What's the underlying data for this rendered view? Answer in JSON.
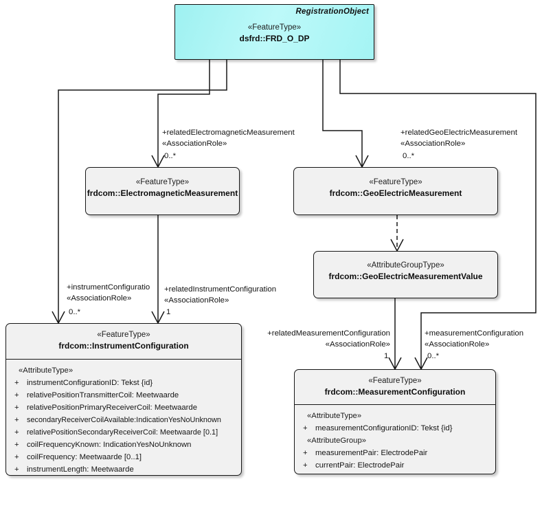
{
  "diagram": {
    "title": "UML class diagram",
    "colors": {
      "root_fill": "#aaf5f5",
      "class_fill": "#f1f1f1",
      "line": "#161616",
      "text": "#141414"
    }
  },
  "classes": {
    "root": {
      "tag": "RegistrationObject",
      "stereotype": "«FeatureType»",
      "name": "dsfrd::FRD_O_DP"
    },
    "electromagnetic_measurement": {
      "stereotype": "«FeatureType»",
      "name": "frdcom::ElectromagneticMeasurement"
    },
    "geoelectric_measurement": {
      "stereotype": "«FeatureType»",
      "name": "frdcom::GeoElectricMeasurement"
    },
    "geoelectric_measurement_value": {
      "stereotype": "«AttributeGroupType»",
      "name": "frdcom::GeoElectricMeasurementValue"
    },
    "instrument_configuration": {
      "stereotype": "«FeatureType»",
      "name": "frdcom::InstrumentConfiguration",
      "sections": [
        {
          "label": "«AttributeType»",
          "attributes": [
            {
              "visibility": "+",
              "text": "instrumentConfigurationID: Tekst {id}"
            },
            {
              "visibility": "+",
              "text": "relativePositionTransmitterCoil: Meetwaarde"
            },
            {
              "visibility": "+",
              "text": "relativePositionPrimaryReceiverCoil: Meetwaarde"
            },
            {
              "visibility": "+",
              "text": "secondaryReceiverCoilAvailable:IndicationYesNoUnknown"
            },
            {
              "visibility": "+",
              "text": "relativePositionSecondaryReceiverCoil: Meetwaarde [0.1]"
            },
            {
              "visibility": "+",
              "text": "coilFrequencyKnown: IndicationYesNoUnknown"
            },
            {
              "visibility": "+",
              "text": "coilFrequency: Meetwaarde [0..1]"
            },
            {
              "visibility": "+",
              "text": "instrumentLength: Meetwaarde"
            }
          ]
        }
      ]
    },
    "measurement_configuration": {
      "stereotype": "«FeatureType»",
      "name": "frdcom::MeasurementConfiguration",
      "sections": [
        {
          "label": "«AttributeType»",
          "attributes": [
            {
              "visibility": "+",
              "text": "measurementConfigurationID: Tekst {id}"
            }
          ]
        },
        {
          "label": "«AttributeGroup»",
          "attributes": [
            {
              "visibility": "+",
              "text": "measurementPair: ElectrodePair"
            },
            {
              "visibility": "+",
              "text": "currentPair: ElectrodePair"
            }
          ]
        }
      ]
    }
  },
  "associations": [
    {
      "id": "assoc-related-electromagnetic-measurement",
      "role": "+relatedElectromagneticMeasurement",
      "stereotype": "«AssociationRole»",
      "multiplicity": "0..*"
    },
    {
      "id": "assoc-related-geoelectric-measurement",
      "role": "+relatedGeoElectricMeasurement",
      "stereotype": "«AssociationRole»",
      "multiplicity": "0..*"
    },
    {
      "id": "assoc-instrument-configuration",
      "role": "+instrumentConfiguratio",
      "stereotype": "«AssociationRole»",
      "multiplicity": "0..*"
    },
    {
      "id": "assoc-related-instrument-configuration",
      "role": "+relatedInstrumentConfiguration",
      "stereotype": "«AssociationRole»",
      "multiplicity": "1"
    },
    {
      "id": "assoc-related-measurement-configuration",
      "role": "+relatedMeasurementConfiguration",
      "stereotype": "«AssociationRole»",
      "multiplicity": "1"
    },
    {
      "id": "assoc-measurement-configuration",
      "role": "+measurementConfiguration",
      "stereotype": "«AssociationRole»",
      "multiplicity": "0..*"
    }
  ]
}
